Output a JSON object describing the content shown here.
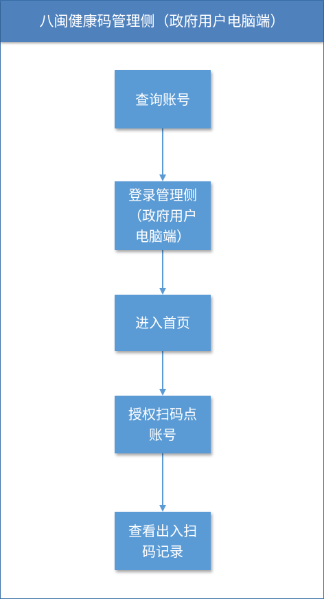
{
  "header": {
    "title": "八闽健康码管理侧（政府用户电脑端）"
  },
  "steps": [
    {
      "label": "查询账号"
    },
    {
      "label": "登录管理侧\n（政府用户\n电脑端）"
    },
    {
      "label": "进入首页"
    },
    {
      "label": "授权扫码点\n账号"
    },
    {
      "label": "查看出入扫\n码记录"
    }
  ],
  "colors": {
    "header_bg": "#4f81bd",
    "node_fill": "#5b9bd5",
    "connector": "#5b9bd5",
    "text": "#ffffff"
  }
}
